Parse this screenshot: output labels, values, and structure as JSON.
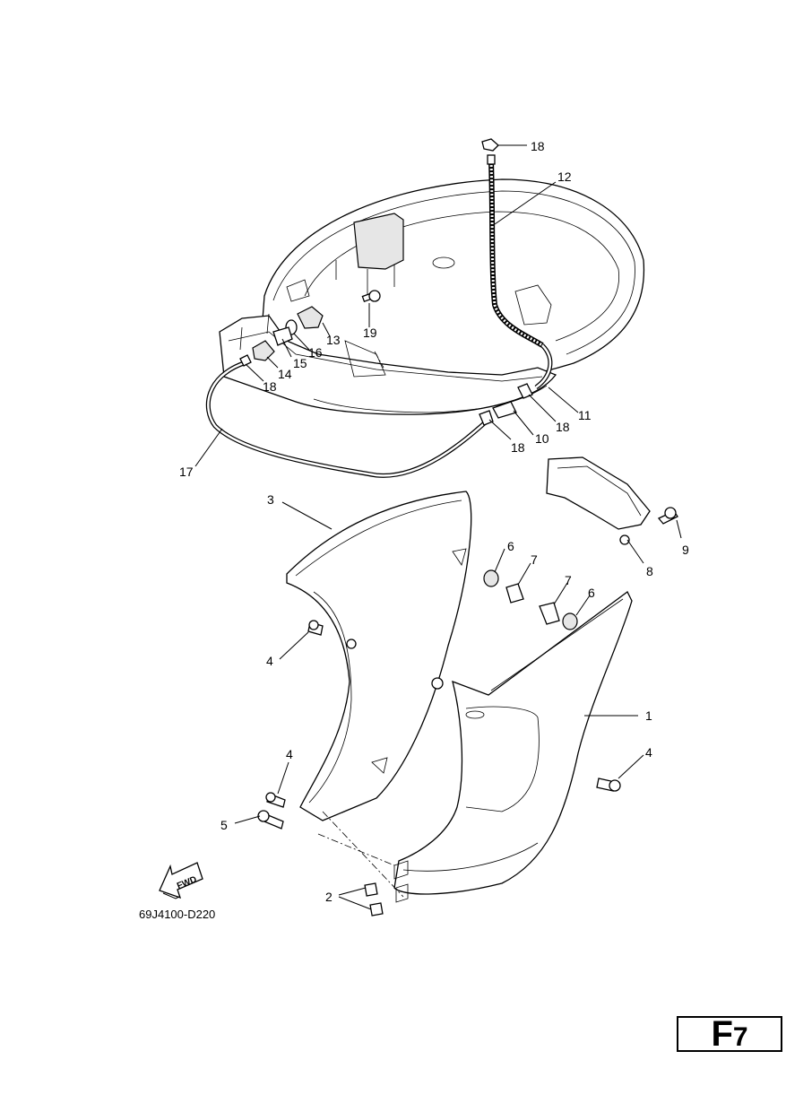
{
  "figure_code": "69J4100-D220",
  "fwd_label": "FWD",
  "page_tag": {
    "letter": "F",
    "number": "7"
  },
  "callouts": [
    {
      "id": "c18a",
      "text": "18"
    },
    {
      "id": "c12",
      "text": "12"
    },
    {
      "id": "c19",
      "text": "19"
    },
    {
      "id": "c13",
      "text": "13"
    },
    {
      "id": "c16",
      "text": "16"
    },
    {
      "id": "c15",
      "text": "15"
    },
    {
      "id": "c14",
      "text": "14"
    },
    {
      "id": "c18b",
      "text": "18"
    },
    {
      "id": "c11",
      "text": "11"
    },
    {
      "id": "c18c",
      "text": "18"
    },
    {
      "id": "c10",
      "text": "10"
    },
    {
      "id": "c18d",
      "text": "18"
    },
    {
      "id": "c17",
      "text": "17"
    },
    {
      "id": "c3",
      "text": "3"
    },
    {
      "id": "c9",
      "text": "9"
    },
    {
      "id": "c8",
      "text": "8"
    },
    {
      "id": "c6a",
      "text": "6"
    },
    {
      "id": "c7a",
      "text": "7"
    },
    {
      "id": "c7b",
      "text": "7"
    },
    {
      "id": "c6b",
      "text": "6"
    },
    {
      "id": "c4a",
      "text": "4"
    },
    {
      "id": "c1",
      "text": "1"
    },
    {
      "id": "c4b",
      "text": "4"
    },
    {
      "id": "c4c",
      "text": "4"
    },
    {
      "id": "c5",
      "text": "5"
    },
    {
      "id": "c2",
      "text": "2"
    }
  ]
}
